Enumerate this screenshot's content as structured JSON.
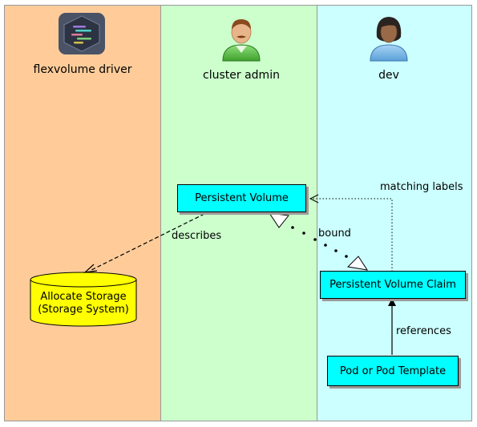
{
  "lanes": {
    "driver": {
      "title": "flexvolume driver",
      "icon": "flexvolume-logo-icon",
      "color": "#FFCC99"
    },
    "admin": {
      "title": "cluster admin",
      "icon": "admin-user-icon",
      "color": "#CCFFCC"
    },
    "dev": {
      "title": "dev",
      "icon": "developer-user-icon",
      "color": "#CCFFFF"
    }
  },
  "nodes": {
    "pv": "Persistent Volume",
    "pvc": "Persistent Volume Claim",
    "pod": "Pod or Pod Template",
    "storage": {
      "line1": "Allocate Storage",
      "line2": "(Storage System)",
      "color": "#FFFF00"
    }
  },
  "edges": {
    "describes": "describes",
    "bound": "bound",
    "matching_labels": "matching labels",
    "references": "references"
  },
  "colors": {
    "box_fill": "#00FFFF",
    "storage_fill": "#FFFF00"
  }
}
